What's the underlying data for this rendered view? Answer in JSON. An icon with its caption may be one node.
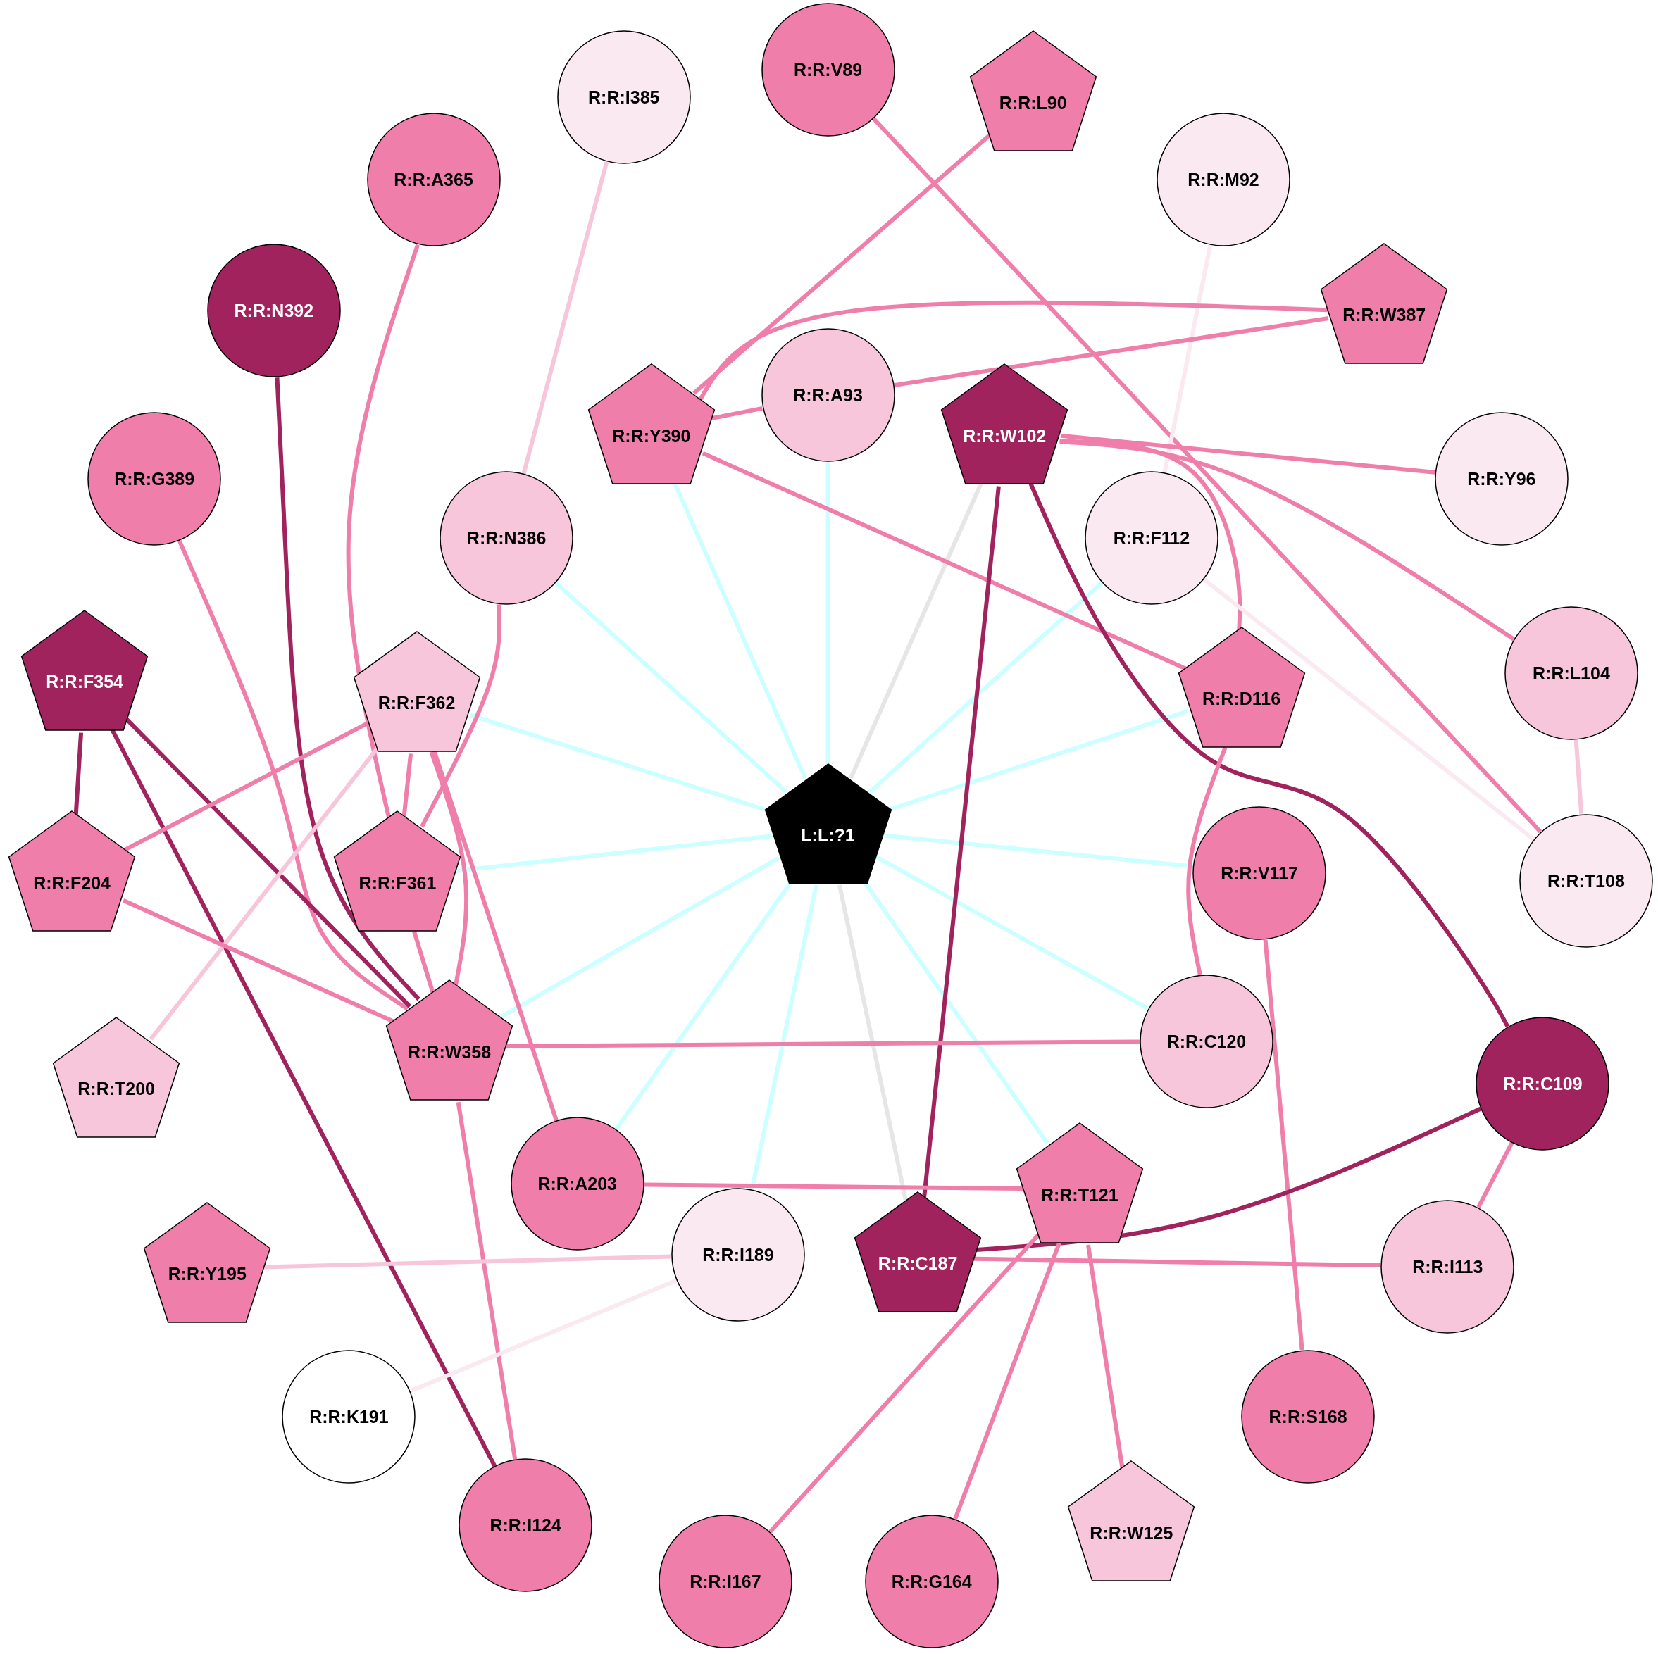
{
  "diagram": {
    "nodes": [
      {
        "text": [
          "R:R:I385"
        ]
      },
      {
        "text": [
          "R:R:V89"
        ]
      },
      {
        "text": [
          "R:R:L90"
        ]
      },
      {
        "text": [
          "R:R:A365"
        ]
      },
      {
        "text": [
          "R:R:M92"
        ]
      },
      {
        "text": [
          "R:R:N392"
        ]
      },
      {
        "text": [
          "R:R:W387"
        ]
      },
      {
        "text": [
          "R:R:A93"
        ]
      },
      {
        "text": [
          "R:R:Y390"
        ]
      },
      {
        "text": [
          "R:R:W102"
        ]
      },
      {
        "text": [
          "R:R:G389"
        ]
      },
      {
        "text": [
          "R:R:Y96"
        ]
      },
      {
        "text": [
          "R:R:N386"
        ]
      },
      {
        "text": [
          "R:R:F112"
        ]
      },
      {
        "text": [
          "R:R:F354"
        ]
      },
      {
        "text": [
          "R:R:F362"
        ]
      },
      {
        "text": [
          "R:R:D116"
        ]
      },
      {
        "text": [
          "R:R:L104"
        ]
      },
      {
        "text": [
          "L:L:?1"
        ]
      },
      {
        "text": [
          "R:R:F204"
        ]
      },
      {
        "text": [
          "R:R:F361"
        ]
      },
      {
        "text": [
          "R:R:V117"
        ]
      },
      {
        "text": [
          "R:R:T108"
        ]
      },
      {
        "text": [
          "R:R:W358"
        ]
      },
      {
        "text": [
          "R:R:C120"
        ]
      },
      {
        "text": [
          "R:R:T200"
        ]
      },
      {
        "text": [
          "R:R:C109"
        ]
      },
      {
        "text": [
          "R:R:A203"
        ]
      },
      {
        "text": [
          "R:R:T121"
        ]
      },
      {
        "text": [
          "R:R:Y195"
        ]
      },
      {
        "text": [
          "R:R:I189"
        ]
      },
      {
        "text": [
          "R:R:C187"
        ]
      },
      {
        "text": [
          "R:R:I113"
        ]
      },
      {
        "text": [
          "R:R:K191"
        ]
      },
      {
        "text": [
          "R:R:S168"
        ]
      },
      {
        "text": [
          "R:R:I124"
        ]
      },
      {
        "text": [
          "R:R:W125"
        ]
      },
      {
        "text": [
          "R:R:I167"
        ]
      },
      {
        "text": [
          "R:R:G164"
        ]
      }
    ],
    "edges": [
      {
        "from": 18,
        "to": 8,
        "arrow": "none",
        "color": "#ccffff"
      },
      {
        "from": 18,
        "to": 7,
        "arrow": "none",
        "color": "#ccffff"
      },
      {
        "from": 18,
        "to": 9,
        "arrow": "none",
        "color": "#e6e6e6"
      },
      {
        "from": 18,
        "to": 13,
        "arrow": "none",
        "color": "#ccffff"
      },
      {
        "from": 18,
        "to": 12,
        "arrow": "none",
        "color": "#ccffff"
      },
      {
        "from": 18,
        "to": 15,
        "arrow": "none",
        "color": "#ccffff"
      },
      {
        "from": 18,
        "to": 16,
        "arrow": "none",
        "color": "#ccffff"
      },
      {
        "from": 18,
        "to": 20,
        "arrow": "none",
        "color": "#ccffff"
      },
      {
        "from": 18,
        "to": 21,
        "arrow": "none",
        "color": "#ccffff"
      },
      {
        "from": 18,
        "to": 23,
        "arrow": "none",
        "color": "#ccffff"
      },
      {
        "from": 18,
        "to": 24,
        "arrow": "none",
        "color": "#ccffff"
      },
      {
        "from": 18,
        "to": 27,
        "arrow": "none",
        "color": "#ccffff"
      },
      {
        "from": 18,
        "to": 30,
        "arrow": "none",
        "color": "#ccffff"
      },
      {
        "from": 18,
        "to": 28,
        "arrow": "none",
        "color": "#ccffff"
      },
      {
        "from": 18,
        "to": 31,
        "arrow": "none",
        "color": "#e6e6e6"
      },
      {
        "from": 0,
        "to": 12,
        "arrow": "none",
        "color": "#f8c6db"
      },
      {
        "from": 1,
        "to": 22,
        "arrow": "none"
      },
      {
        "from": 2,
        "to": 8,
        "arrow": "none"
      },
      {
        "from": 3,
        "to": 20,
        "arrow": "none"
      },
      {
        "from": 4,
        "to": 13,
        "arrow": "none",
        "color": "#fbe9f1"
      },
      {
        "from": 5,
        "to": 23,
        "arrow": "none",
        "color": "#a0235e"
      },
      {
        "from": 6,
        "to": 8,
        "arrow": "none"
      },
      {
        "from": 6,
        "to": 7,
        "arrow": "none"
      },
      {
        "from": 8,
        "to": 7,
        "arrow": "none"
      },
      {
        "from": 8,
        "to": 16,
        "arrow": "none"
      },
      {
        "from": 9,
        "to": 11,
        "arrow": "none"
      },
      {
        "from": 9,
        "to": 16,
        "arrow": "none"
      },
      {
        "from": 9,
        "to": 17,
        "arrow": "none"
      },
      {
        "from": 9,
        "to": 26,
        "arrow": "none",
        "color": "#a0235e"
      },
      {
        "from": 9,
        "to": 31,
        "arrow": "none",
        "color": "#a0235e"
      },
      {
        "from": 10,
        "to": 23,
        "arrow": "none"
      },
      {
        "from": 12,
        "to": 20,
        "arrow": "none"
      },
      {
        "from": 13,
        "to": 22,
        "arrow": "none",
        "color": "#fbe9f1"
      },
      {
        "from": 14,
        "to": 19,
        "arrow": "none",
        "color": "#a0235e"
      },
      {
        "from": 14,
        "to": 23,
        "arrow": "none",
        "color": "#a0235e"
      },
      {
        "from": 14,
        "to": 35,
        "arrow": "none",
        "color": "#a0235e"
      },
      {
        "from": 15,
        "to": 19,
        "arrow": "none"
      },
      {
        "from": 15,
        "to": 20,
        "arrow": "none"
      },
      {
        "from": 15,
        "to": 25,
        "arrow": "none",
        "color": "#f8c6db"
      },
      {
        "from": 15,
        "to": 23,
        "arrow": "none"
      },
      {
        "from": 15,
        "to": 27,
        "arrow": "none"
      },
      {
        "from": 16,
        "to": 24,
        "arrow": "none"
      },
      {
        "from": 17,
        "to": 22,
        "arrow": "none",
        "color": "#f8c6db"
      },
      {
        "from": 19,
        "to": 23,
        "arrow": "none"
      },
      {
        "from": 20,
        "to": 23,
        "arrow": "none"
      },
      {
        "from": 21,
        "to": 34,
        "arrow": "none"
      },
      {
        "from": 23,
        "to": 24,
        "arrow": "none"
      },
      {
        "from": 23,
        "to": 35,
        "arrow": "none"
      },
      {
        "from": 26,
        "to": 32,
        "arrow": "none"
      },
      {
        "from": 26,
        "to": 31,
        "arrow": "none",
        "color": "#a0235e"
      },
      {
        "from": 27,
        "to": 28,
        "arrow": "none"
      },
      {
        "from": 28,
        "to": 37,
        "arrow": "none"
      },
      {
        "from": 28,
        "to": 38,
        "arrow": "none"
      },
      {
        "from": 28,
        "to": 36,
        "arrow": "none"
      },
      {
        "from": 29,
        "to": 30,
        "arrow": "none",
        "color": "#f8c6db"
      },
      {
        "from": 30,
        "to": 33,
        "arrow": "none",
        "color": "#fbe9f1"
      },
      {
        "from": 31,
        "to": 32,
        "arrow": "none"
      }
    ]
  }
}
